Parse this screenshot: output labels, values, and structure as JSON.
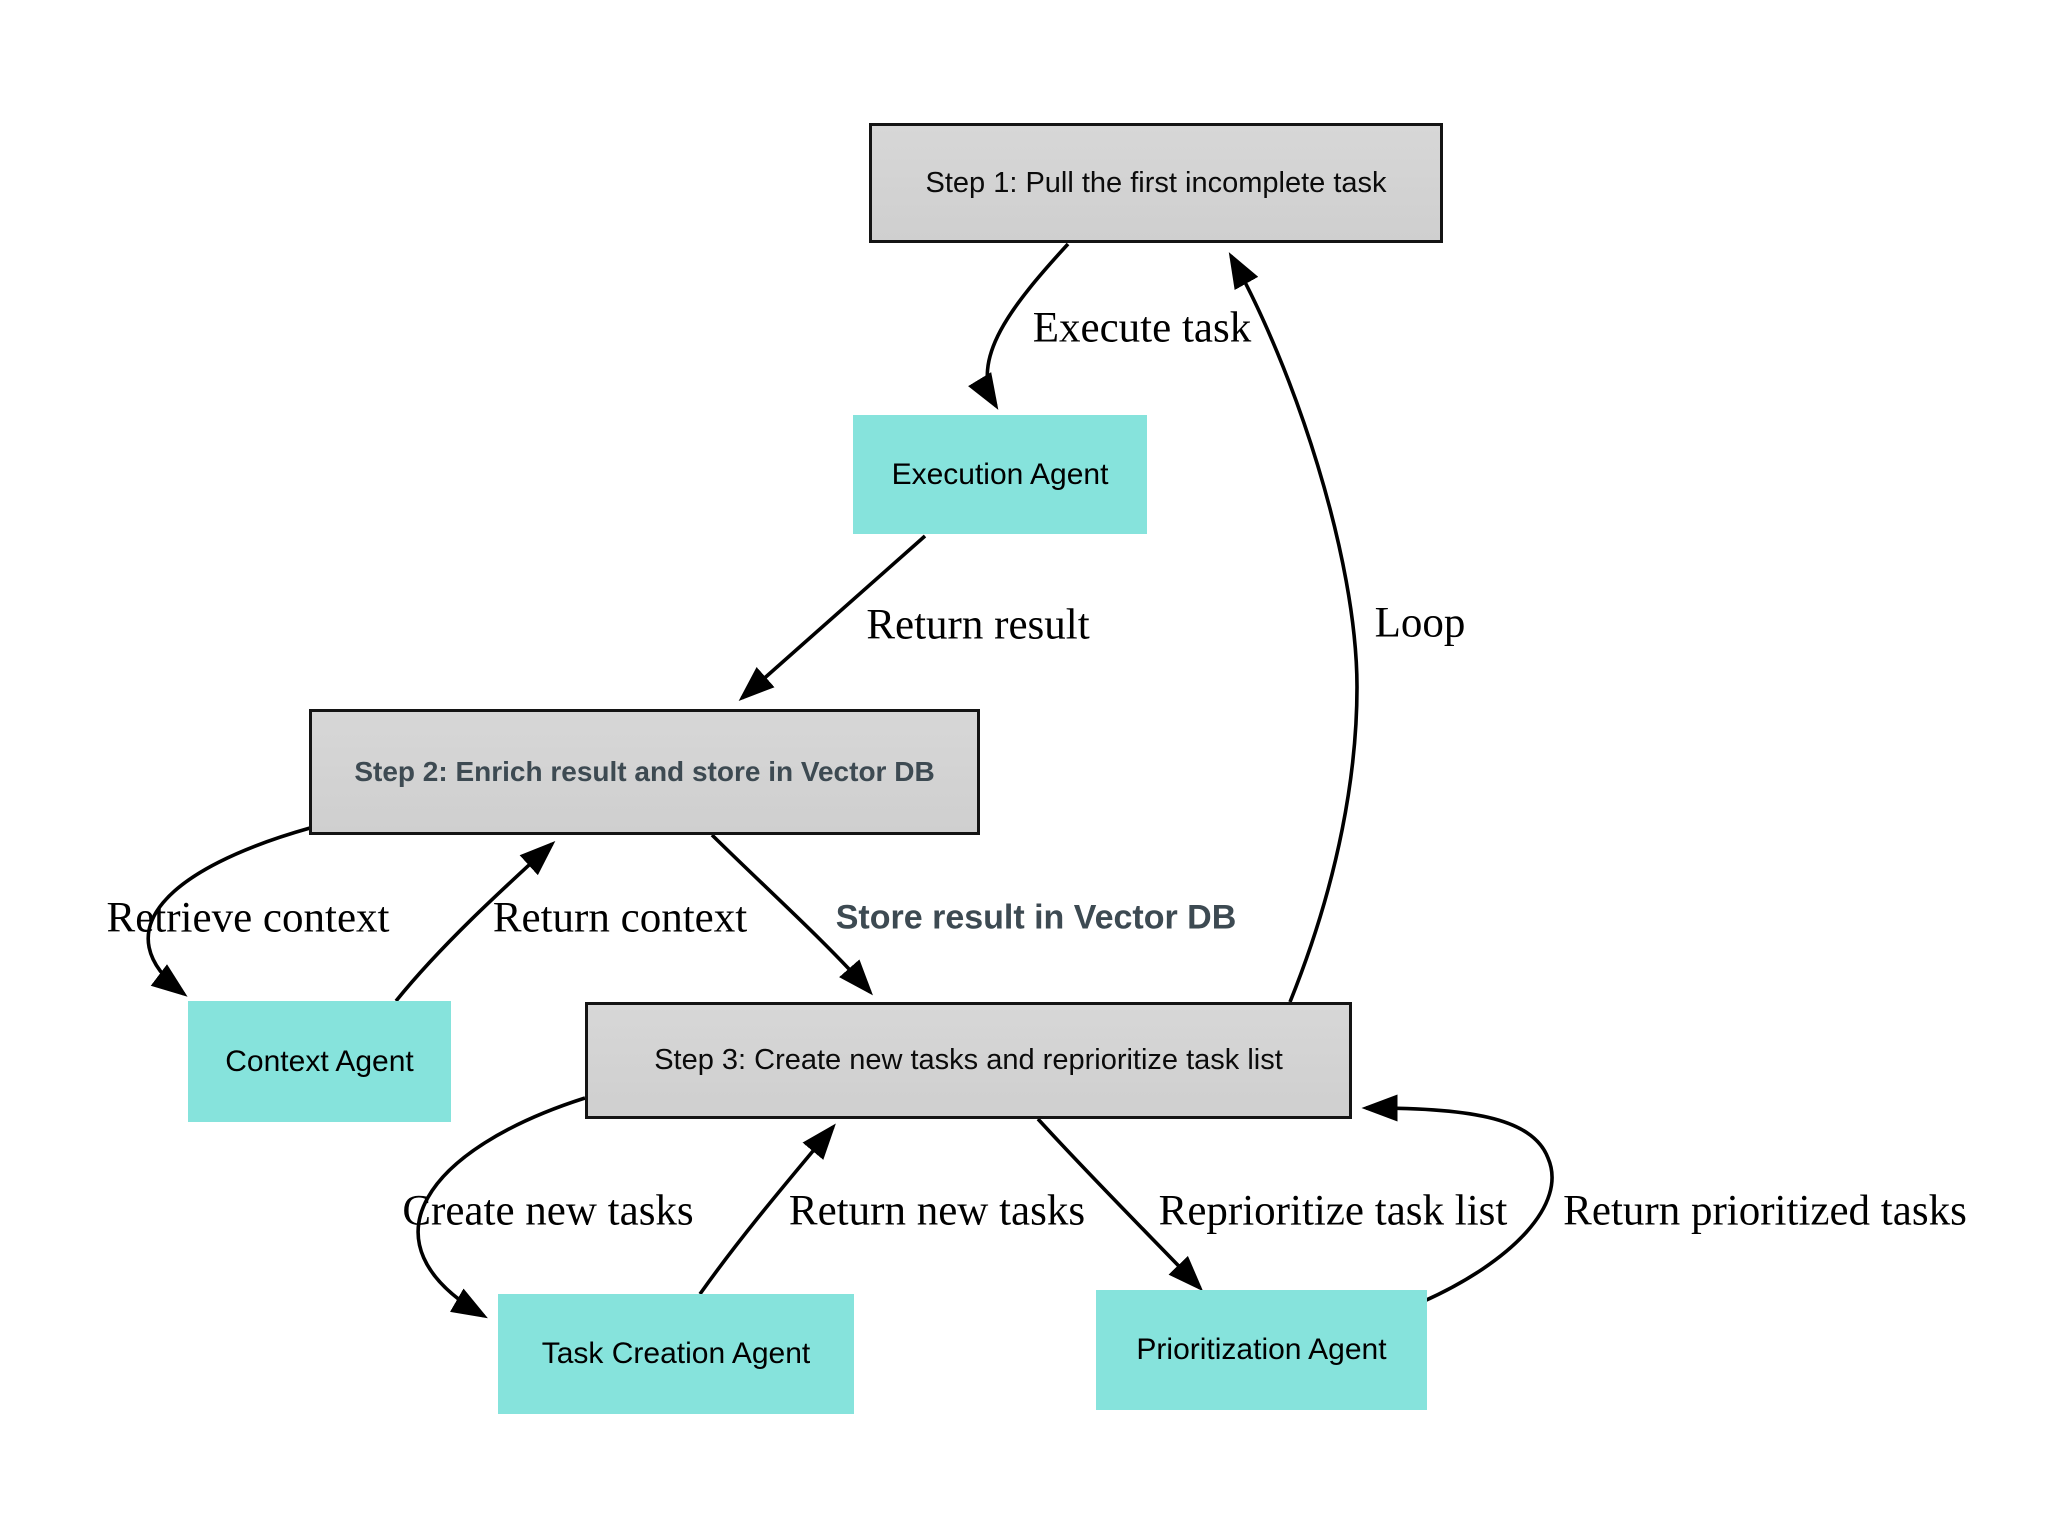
{
  "diagram": {
    "background_color": "#ffffff",
    "colors": {
      "step_fill": "#d2d2d2",
      "step_border": "#141414",
      "step_text": "#0b0b0b",
      "step_accent_text": "#3d4a52",
      "agent_fill": "#86e3dc",
      "agent_text": "#000000",
      "edge_stroke": "#000000"
    },
    "nodes": [
      {
        "id": "step1",
        "type": "step",
        "label": "Step 1: Pull the first incomplete task"
      },
      {
        "id": "execution_agent",
        "type": "agent",
        "label": "Execution Agent"
      },
      {
        "id": "step2",
        "type": "step-accent",
        "label": "Step 2: Enrich result and store in Vector DB"
      },
      {
        "id": "context_agent",
        "type": "agent",
        "label": "Context Agent"
      },
      {
        "id": "step3",
        "type": "step",
        "label": "Step 3: Create new tasks and reprioritize task list"
      },
      {
        "id": "task_creation_agent",
        "type": "agent",
        "label": "Task Creation Agent"
      },
      {
        "id": "prioritization_agent",
        "type": "agent",
        "label": "Prioritization Agent"
      }
    ],
    "edges": [
      {
        "id": "execute_task",
        "from": "step1",
        "to": "execution_agent",
        "label": "Execute task"
      },
      {
        "id": "return_result",
        "from": "execution_agent",
        "to": "step2",
        "label": "Return result"
      },
      {
        "id": "retrieve_context",
        "from": "step2",
        "to": "context_agent",
        "label": "Retrieve context"
      },
      {
        "id": "return_context",
        "from": "context_agent",
        "to": "step2",
        "label": "Return context"
      },
      {
        "id": "store_result",
        "from": "step2",
        "to": "step3",
        "label": "Store result in Vector DB",
        "style": "accent"
      },
      {
        "id": "loop",
        "from": "step3",
        "to": "step1",
        "label": "Loop"
      },
      {
        "id": "create_new_tasks",
        "from": "step3",
        "to": "task_creation_agent",
        "label": "Create new tasks"
      },
      {
        "id": "return_new_tasks",
        "from": "task_creation_agent",
        "to": "step3",
        "label": "Return new tasks"
      },
      {
        "id": "reprioritize_task_list",
        "from": "step3",
        "to": "prioritization_agent",
        "label": "Reprioritize task list"
      },
      {
        "id": "return_prioritized_tasks",
        "from": "prioritization_agent",
        "to": "step3",
        "label": "Return prioritized tasks"
      }
    ]
  }
}
